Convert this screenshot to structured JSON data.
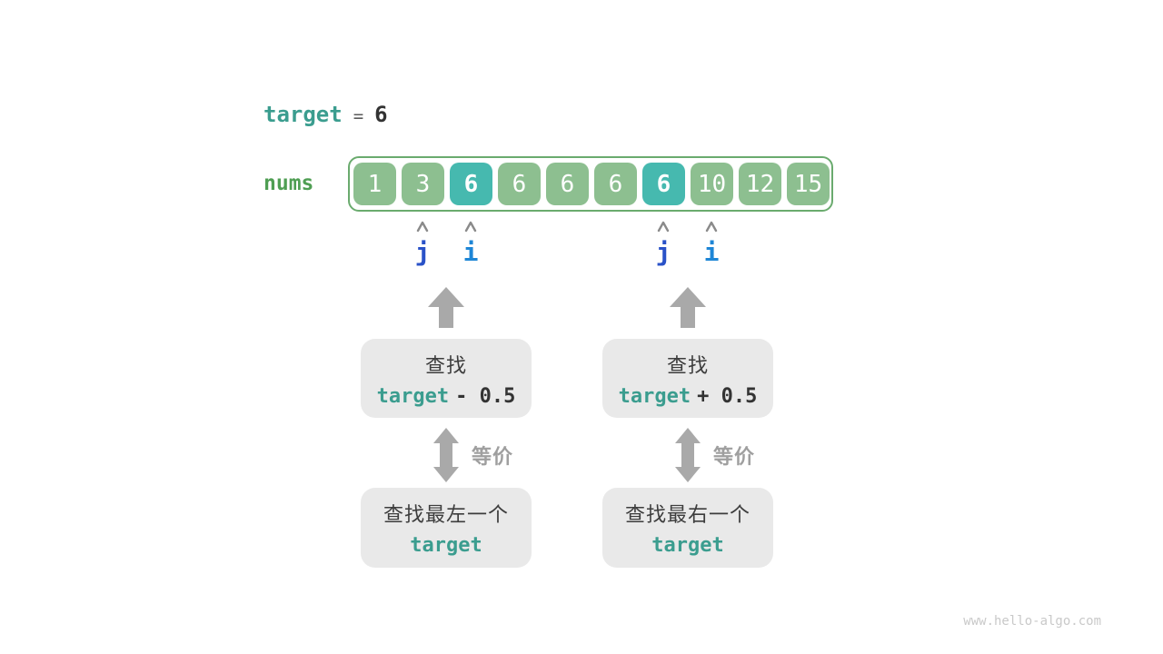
{
  "colors": {
    "teal-text": "#3b9d8f",
    "green-label": "#4f9e53",
    "array-border": "#6aab6e",
    "cell-green": "#8dbf90",
    "cell-teal": "#46b9af",
    "cell-text": "#ffffff",
    "gray-box": "#e9e9e9",
    "arrow-gray": "#a9a9a9",
    "caret-gray": "#8a8a8a",
    "equiv-gray": "#9f9f9f",
    "j-blue": "#2a52c8",
    "i-blue": "#1e86d6",
    "watermark-gray": "#c9c9c9"
  },
  "header": {
    "variable": "target",
    "equals": "=",
    "value": "6"
  },
  "array": {
    "label": "nums",
    "cells": [
      {
        "value": "1",
        "highlight": false
      },
      {
        "value": "3",
        "highlight": false
      },
      {
        "value": "6",
        "highlight": true
      },
      {
        "value": "6",
        "highlight": false
      },
      {
        "value": "6",
        "highlight": false
      },
      {
        "value": "6",
        "highlight": false
      },
      {
        "value": "6",
        "highlight": true
      },
      {
        "value": "10",
        "highlight": false
      },
      {
        "value": "12",
        "highlight": false
      },
      {
        "value": "15",
        "highlight": false
      }
    ]
  },
  "pointers": {
    "left_pair": [
      {
        "name": "j",
        "index": 1
      },
      {
        "name": "i",
        "index": 2
      }
    ],
    "right_pair": [
      {
        "name": "j",
        "index": 6
      },
      {
        "name": "i",
        "index": 7
      }
    ]
  },
  "flow": {
    "left": {
      "search_line1": "查找",
      "search_expr_var": "target",
      "search_expr_op": "- 0.5",
      "equiv_label": "等价",
      "result_line1": "查找最左一个",
      "result_line2": "target"
    },
    "right": {
      "search_line1": "查找",
      "search_expr_var": "target",
      "search_expr_op": "+ 0.5",
      "equiv_label": "等价",
      "result_line1": "查找最右一个",
      "result_line2": "target"
    }
  },
  "watermark": "www.hello-algo.com"
}
